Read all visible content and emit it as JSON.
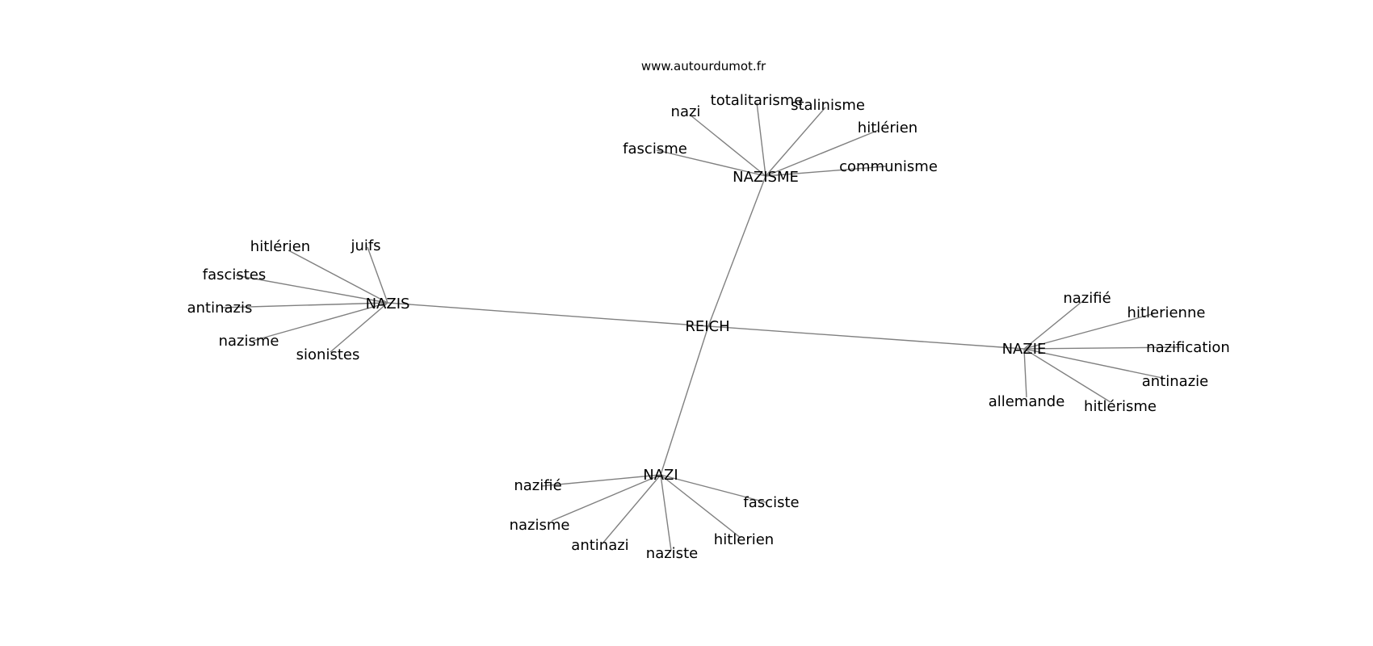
{
  "source": "www.autourdumot.fr",
  "colors": {
    "edge": "#808080",
    "text": "#000000",
    "background": "#ffffff"
  },
  "nodes": {
    "reich": "REICH",
    "nazisme": "NAZISME",
    "nazis": "NAZIS",
    "nazie": "NAZIE",
    "nazi": "NAZI",
    "nazisme_nazi": "nazi",
    "nazisme_totalitarisme": "totalitarisme",
    "nazisme_stalinisme": "stalinisme",
    "nazisme_hitlerien": "hitlérien",
    "nazisme_fascisme": "fascisme",
    "nazisme_communisme": "communisme",
    "nazis_hitlerien": "hitlérien",
    "nazis_juifs": "juifs",
    "nazis_fascistes": "fascistes",
    "nazis_antinazis": "antinazis",
    "nazis_nazisme": "nazisme",
    "nazis_sionistes": "sionistes",
    "nazie_nazifie": "nazifié",
    "nazie_hitlerienne": "hitlerienne",
    "nazie_nazification": "nazification",
    "nazie_antinazie": "antinazie",
    "nazie_allemande": "allemande",
    "nazie_hitlerisme": "hitlérisme",
    "nazi_nazifie": "nazifié",
    "nazi_fasciste": "fasciste",
    "nazi_nazisme": "nazisme",
    "nazi_antinazi": "antinazi",
    "nazi_naziste": "naziste",
    "nazi_hitlerien": "hitlerien"
  }
}
